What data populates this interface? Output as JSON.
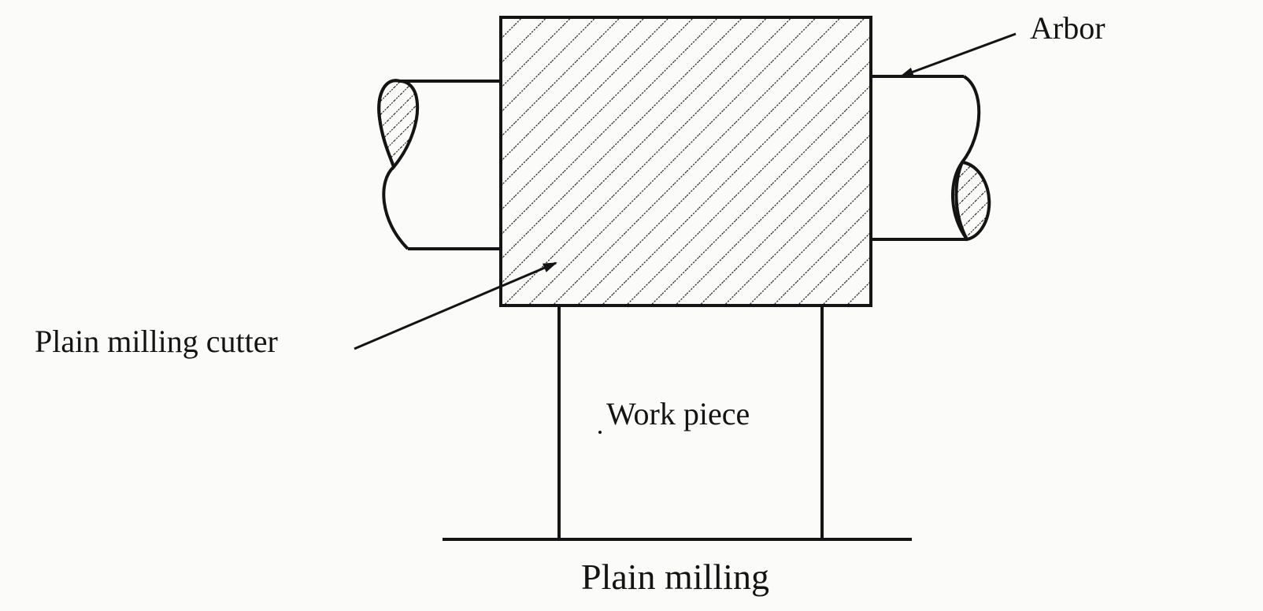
{
  "labels": {
    "arbor": "Arbor",
    "cutter": "Plain milling cutter",
    "workpiece": "Work piece",
    "title": "Plain milling"
  },
  "colors": {
    "ink": "#141414",
    "paper": "#fbfbfa"
  }
}
